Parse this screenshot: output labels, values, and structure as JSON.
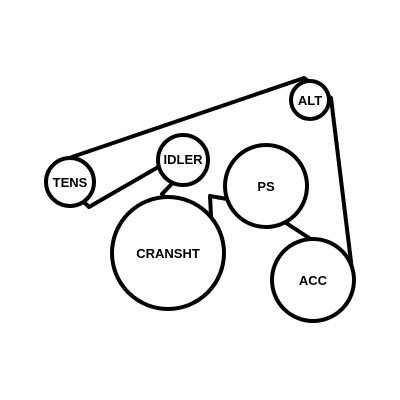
{
  "diagram": {
    "pulleys": {
      "alt": {
        "label": "ALT"
      },
      "tens": {
        "label": "TENS"
      },
      "idler": {
        "label": "IDLER"
      },
      "ps": {
        "label": "PS"
      },
      "cransht": {
        "label": "CRANSHT"
      },
      "acc": {
        "label": "ACC"
      }
    },
    "colors": {
      "belt": "#000000",
      "pulley_outline": "#000000",
      "background": "#ffffff"
    }
  }
}
